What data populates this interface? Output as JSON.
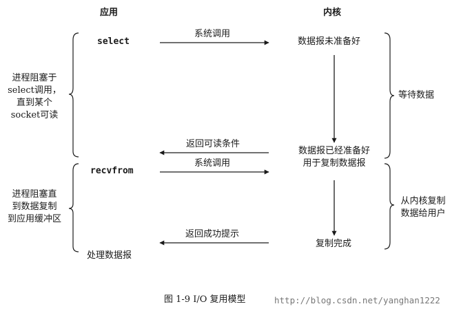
{
  "headers": {
    "app": "应用",
    "kernel": "内核"
  },
  "app_column": {
    "select_call": "select",
    "recvfrom_call": "recvfrom",
    "process_data": "处理数据报"
  },
  "kernel_column": {
    "not_ready": "数据报未准备好",
    "ready_line1": "数据报已经准备好",
    "ready_line2": "用于复制数据报",
    "copy_done": "复制完成"
  },
  "messages": {
    "syscall_1": "系统调用",
    "return_readable": "返回可读条件",
    "syscall_2": "系统调用",
    "return_success": "返回成功提示"
  },
  "left_notes": {
    "blocked_select": [
      "进程阻塞于",
      "select调用，",
      "直到某个",
      "socket可读"
    ],
    "blocked_copy": [
      "进程阻塞直",
      "到数据复制",
      "到应用缓冲区"
    ]
  },
  "right_notes": {
    "wait_data": "等待数据",
    "copy_to_user": [
      "从内核复制",
      "数据给用户"
    ]
  },
  "caption": "图 1-9   I/O 复用模型",
  "watermark": "http://blog.csdn.net/yanghan1222",
  "colors": {
    "ink": "#1a1a1a",
    "watermark": "#777777"
  }
}
